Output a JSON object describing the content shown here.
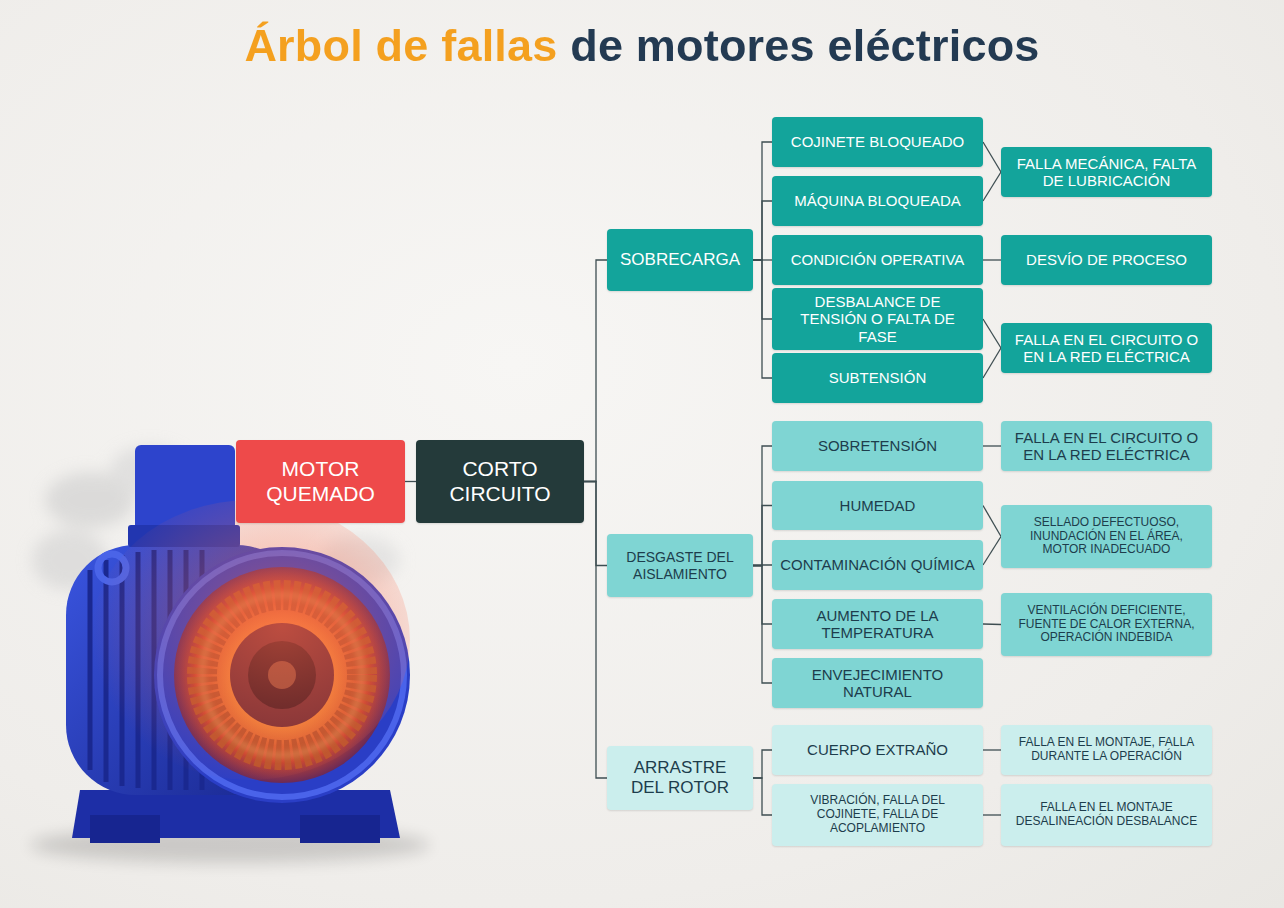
{
  "diagram": {
    "title": "Árbol de fallas de motores eléctricos",
    "nodes": [
      {
        "text": [
          "MOTOR QUEMADO"
        ]
      },
      {
        "text": [
          "CORTO CIRCUITO"
        ]
      },
      {
        "text": [
          "SOBRECARGA"
        ]
      },
      {
        "text": [
          "COJINETE BLOQUEADO"
        ]
      },
      {
        "text": [
          "MÁQUINA BLOQUEADA"
        ]
      },
      {
        "text": [
          "FALLA MECÁNICA, FALTA DE LUBRICACIÓN"
        ]
      },
      {
        "text": [
          "CONDICIÓN OPERATIVA"
        ]
      },
      {
        "text": [
          "DESVÍO DE PROCESO"
        ]
      },
      {
        "text": [
          "DESBALANCE DE TENSIÓN O FALTA DE FASE"
        ]
      },
      {
        "text": [
          "SUBTENSIÓN"
        ]
      },
      {
        "text": [
          "FALLA EN EL CIRCUITO O EN LA RED ELÉCTRICA"
        ]
      },
      {
        "text": [
          "DESGASTE DEL AISLAMIENTO"
        ]
      },
      {
        "text": [
          "SOBRETENSIÓN"
        ]
      },
      {
        "text": [
          "FALLA EN EL CIRCUITO O EN LA RED ELÉCTRICA"
        ]
      },
      {
        "text": [
          "HUMEDAD"
        ]
      },
      {
        "text": [
          "CONTAMINACIÓN QUÍMICA"
        ]
      },
      {
        "text": [
          "SELLADO DEFECTUOSO, INUNDACIÓN EN EL ÁREA, MOTOR INADECUADO"
        ]
      },
      {
        "text": [
          "AUMENTO DE LA TEMPERATURA"
        ]
      },
      {
        "text": [
          "VENTILACIÓN DEFICIENTE, FUENTE DE CALOR EXTERNA, OPERACIÓN INDEBIDA"
        ]
      },
      {
        "text": [
          "ENVEJECIMIENTO NATURAL"
        ]
      },
      {
        "text": [
          "ARRASTRE DEL ROTOR"
        ]
      },
      {
        "text": [
          "CUERPO EXTRAÑO"
        ]
      },
      {
        "text": [
          "FALLA EN EL MONTAJE, FALLA DURANTE LA OPERACIÓN"
        ]
      },
      {
        "text": [
          "VIBRACIÓN, FALLA DEL COJINETE, FALLA DE ACOPLAMIENTO"
        ]
      },
      {
        "text": [
          "FALLA EN EL MONTAJE DESALINEACIÓN DESBALANCE"
        ]
      }
    ],
    "edges": [
      {
        "from": 0,
        "to": 1,
        "arrow": "none"
      },
      {
        "from": 1,
        "to": 2,
        "arrow": "none"
      },
      {
        "from": 1,
        "to": 11,
        "arrow": "none"
      },
      {
        "from": 1,
        "to": 20,
        "arrow": "none"
      },
      {
        "from": 2,
        "to": 3,
        "arrow": "none"
      },
      {
        "from": 2,
        "to": 4,
        "arrow": "none"
      },
      {
        "from": 2,
        "to": 6,
        "arrow": "none"
      },
      {
        "from": 2,
        "to": 8,
        "arrow": "none"
      },
      {
        "from": 2,
        "to": 9,
        "arrow": "none"
      },
      {
        "from": 3,
        "to": 5,
        "arrow": "none"
      },
      {
        "from": 4,
        "to": 5,
        "arrow": "none"
      },
      {
        "from": 6,
        "to": 7,
        "arrow": "none"
      },
      {
        "from": 8,
        "to": 10,
        "arrow": "none"
      },
      {
        "from": 9,
        "to": 10,
        "arrow": "none"
      },
      {
        "from": 11,
        "to": 12,
        "arrow": "none"
      },
      {
        "from": 11,
        "to": 14,
        "arrow": "none"
      },
      {
        "from": 11,
        "to": 15,
        "arrow": "none"
      },
      {
        "from": 11,
        "to": 17,
        "arrow": "none"
      },
      {
        "from": 11,
        "to": 19,
        "arrow": "none"
      },
      {
        "from": 12,
        "to": 13,
        "arrow": "none"
      },
      {
        "from": 14,
        "to": 16,
        "arrow": "none"
      },
      {
        "from": 15,
        "to": 16,
        "arrow": "none"
      },
      {
        "from": 17,
        "to": 18,
        "arrow": "none"
      },
      {
        "from": 20,
        "to": 21,
        "arrow": "none"
      },
      {
        "from": 20,
        "to": 23,
        "arrow": "none"
      },
      {
        "from": 21,
        "to": 22,
        "arrow": "none"
      },
      {
        "from": 23,
        "to": 24,
        "arrow": "none"
      }
    ]
  }
}
